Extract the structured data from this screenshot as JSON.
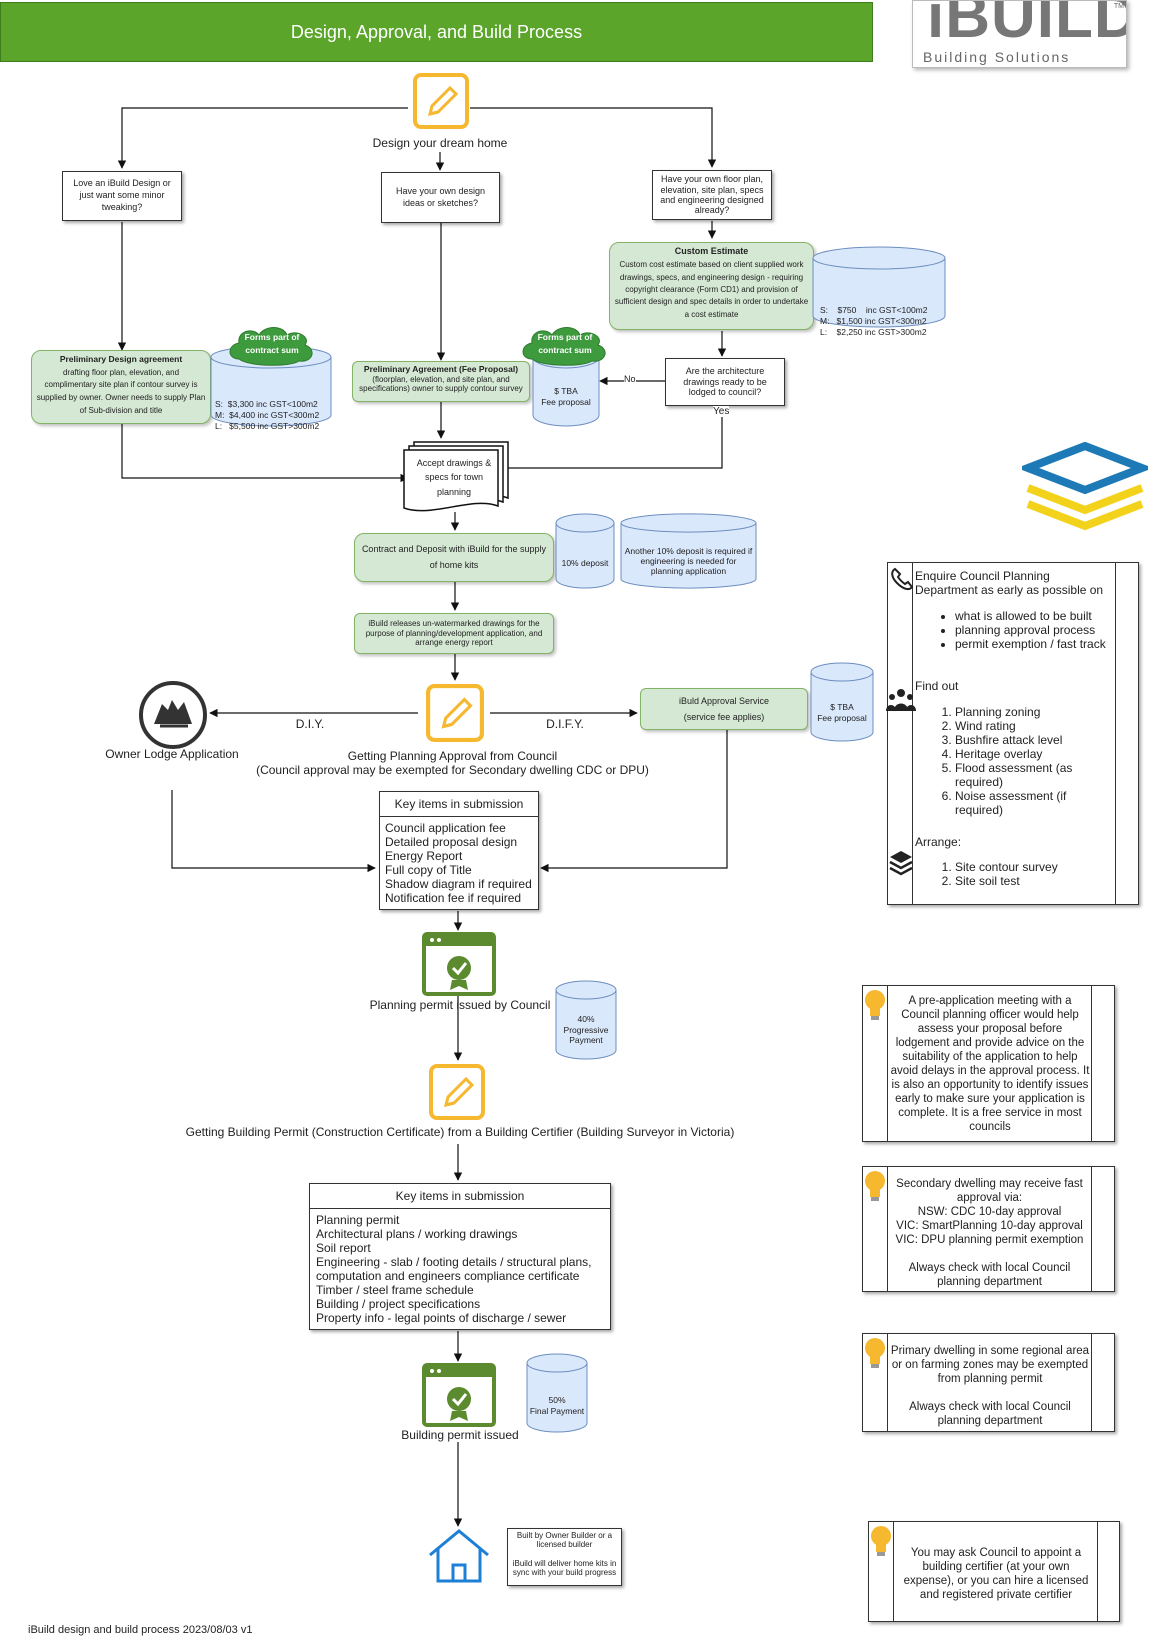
{
  "header": {
    "title": "Design, Approval, and Build Process",
    "logo_main": "iBUILD",
    "logo_tm": "TM",
    "logo_sub": "Building Solutions"
  },
  "colors": {
    "header_green": "#5aa52a",
    "node_green_fill": "#d5e8d4",
    "node_green_border": "#82b366",
    "db_fill": "#dae8fc",
    "db_border": "#6c8ebf",
    "icon_orange": "#f5b82e",
    "icon_green": "#5c8a2e",
    "cloud_green": "#3d9a3d"
  },
  "start": {
    "label": "Design your dream home"
  },
  "q1": "Love an iBuild Design or just want some minor tweaking?",
  "q2": "Have your own design ideas or sketches?",
  "q3": "Have your own floor plan, elevation, site plan, specs and engineering designed already?",
  "custom_estimate": {
    "title": "Custom Estimate",
    "body": "Custom cost estimate based on client supplied work drawings, specs, and engineering design - requiring copyright clearance (Form CD1)  and provision of sufficient design and spec details in order to undertake a cost estimate"
  },
  "custom_estimate_fees": [
    "S:    $750    inc GST<100m2",
    "M:   $1,500 inc GST<300m2",
    "L:    $2,250 inc GST>300m2"
  ],
  "prelim_design": {
    "title": "Preliminary Design agreement",
    "body": "drafting floor plan, elevation, and complimentary site plan if contour survey is supplied by owner. Owner needs to supply Plan of Sub-division and title"
  },
  "prelim_design_fees": [
    "S:  $3,300 inc GST<100m2",
    "M:  $4,400 inc GST<300m2",
    "L:   $5,500 inc GST>300m2"
  ],
  "cloud_label": "Forms part of contract sum",
  "prelim_agreement": {
    "title": "Preliminary Agreement (Fee Proposal)",
    "body": "(floorplan, elevation, and site plan, and specifications) owner to supply contour survey"
  },
  "tba_fee": "$ TBA\nFee proposal",
  "q4": "Are the architecture drawings ready to be lodged to council?",
  "edge_no": "No",
  "edge_yes": "Yes",
  "accept": "Accept drawings & specs for town planning",
  "contract": "Contract and Deposit with iBuild for the supply of home kits",
  "deposit10": "10% deposit",
  "another10": "Another 10% deposit is required if engineering is needed for planning application",
  "release": "iBuild releases un-watermarked drawings for the purpose of planning/development application, and arrange energy report",
  "owner_lodge": "Owner Lodge Application",
  "diy": "D.I.Y.",
  "dify": "D.I.F.Y.",
  "approval_service": "iBuld Approval Service\n(service fee applies)",
  "approval_fee": "$ TBA\nFee proposal",
  "planning": "Getting Planning Approval from Council\n(Council approval may be exempted for Secondary dwelling CDC or DPU)",
  "key1": {
    "title": "Key items in submission",
    "items": [
      "Council application fee",
      "Detailed proposal design",
      "Energy Report",
      "Full copy of Title",
      "Shadow diagram if required",
      "Notification fee if required"
    ]
  },
  "planning_issued": "Planning permit issued by Council",
  "payment40": "40%\nProgressive\nPayment",
  "building_permit": "Getting Building Permit (Construction Certificate) from a Building Certifier (Building Surveyor in Victoria)",
  "key2": {
    "title": "Key items in submission",
    "items": [
      "Planning permit",
      "Architectural plans / working drawings",
      "Soil report",
      "Engineering - slab / footing details / structural plans, computation and engineers compliance certificate",
      "Timber / steel frame schedule",
      "Building / project specifications",
      "Property info - legal points of discharge / sewer"
    ]
  },
  "building_issued": "Building permit issued",
  "payment50": "50%\nFinal Payment",
  "built": "Built by Owner Builder or a licensed builder\n\niBuild will deliver home kits in sync with your build progress",
  "side_panel": {
    "enquire": "Enquire Council Planning Department as early as possible on",
    "enquire_items": [
      "what is allowed to be built",
      "planning approval process",
      "permit exemption / fast track"
    ],
    "find_out": "Find out",
    "find_items": [
      "Planning zoning",
      "Wind rating",
      "Bushfire attack level",
      "Heritage overlay",
      "Flood assessment (as required)",
      "Noise assessment (if required)"
    ],
    "arrange": "Arrange:",
    "arrange_items": [
      "Site contour survey",
      "Site soil test"
    ]
  },
  "tip1": "A pre-application meeting with a Council planning officer would help assess your proposal before lodgement and provide advice on the suitability of the application to help avoid delays in the approval process. It is also an opportunity to identify issues early to make sure your application is complete. It is a free service in most councils",
  "tip2": "Secondary dwelling may receive fast approval via:\nNSW: CDC 10-day approval\nVIC: SmartPlanning 10-day approval\nVIC: DPU planning permit exemption\n\nAlways check with local Council planning department",
  "tip3": "Primary dwelling in some regional area or on farming zones may be exempted from planning permit\n\nAlways check with local Council planning department",
  "tip4": "You may ask Council to appoint a building certifier (at your own expense), or you can hire a licensed and registered private certifier",
  "footer": "iBuild design and build process 2023/08/03 v1"
}
